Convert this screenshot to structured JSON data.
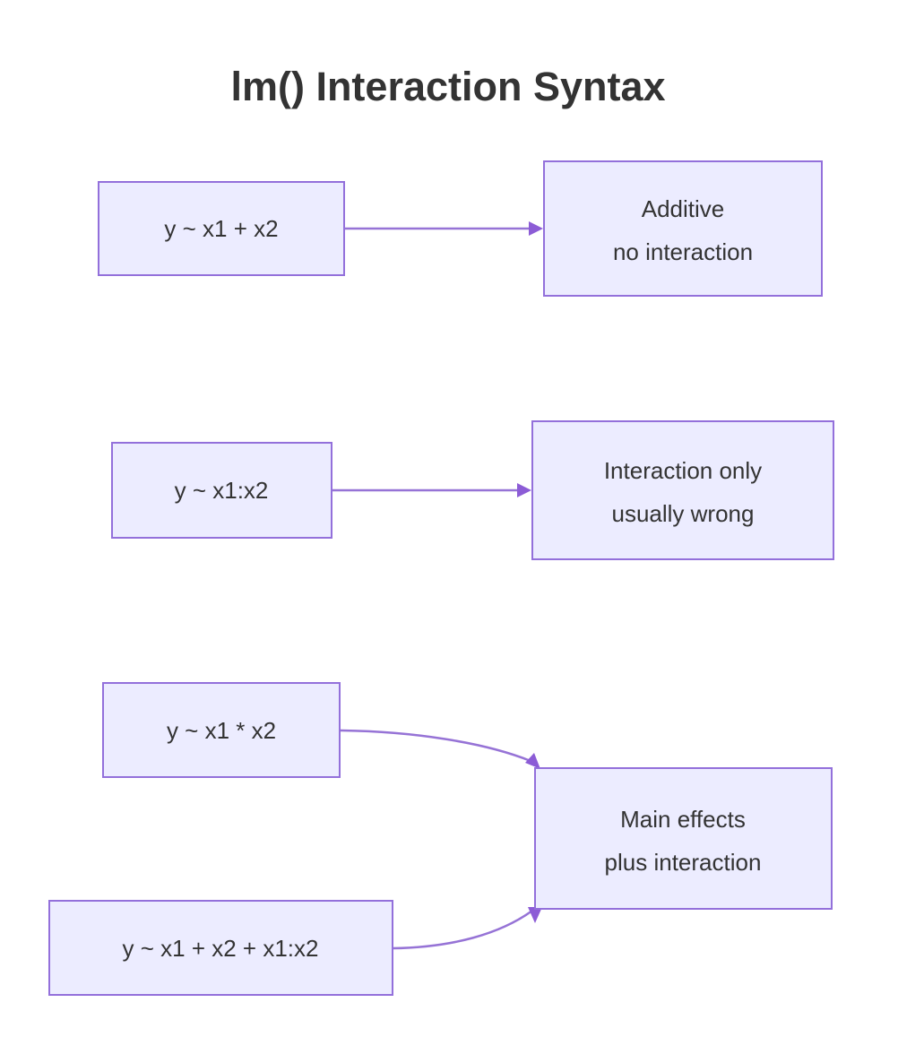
{
  "title": "lm() Interaction Syntax",
  "colors": {
    "background": "#FFFFFF",
    "node_fill": "#ECECFF",
    "node_border": "#9370DB",
    "edge_stroke": "#9673D6",
    "arrowhead_fill": "#8C5CD6",
    "text": "#333333"
  },
  "nodes": {
    "formula_additive": {
      "label": "y ~ x1 + x2"
    },
    "additive_result": {
      "line1": "Additive",
      "line2": "no interaction"
    },
    "formula_interaction_only": {
      "label": "y ~ x1:x2"
    },
    "interaction_only_result": {
      "line1": "Interaction only",
      "line2": "usually wrong"
    },
    "formula_star": {
      "label": "y ~ x1 * x2"
    },
    "formula_full": {
      "label": "y ~ x1 + x2 + x1:x2"
    },
    "main_effects_result": {
      "line1": "Main effects",
      "line2": "plus interaction"
    }
  }
}
